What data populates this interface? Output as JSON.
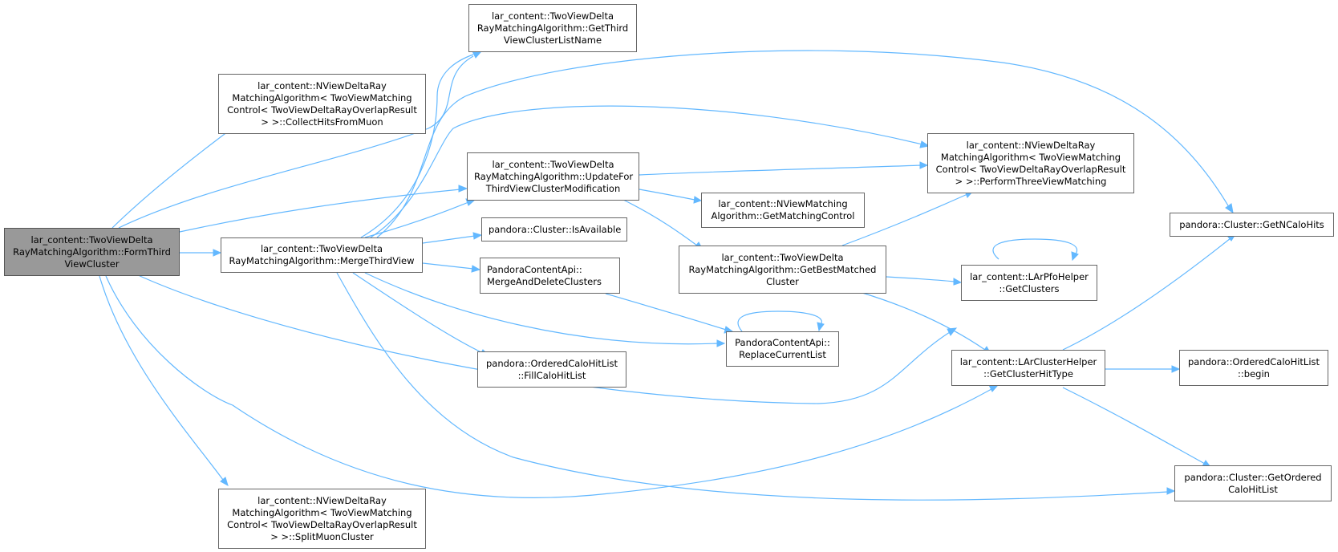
{
  "colors": {
    "edge": "#63b8ff",
    "node_border": "#666666",
    "root_fill": "#999999",
    "node_fill": "#ffffff"
  },
  "nodes": {
    "form_third": {
      "label": "lar_content::TwoViewDelta\nRayMatchingAlgorithm::FormThird\nViewCluster",
      "root": true
    },
    "collect_hits": {
      "label": "lar_content::NViewDeltaRay\nMatchingAlgorithm< TwoViewMatching\nControl< TwoViewDeltaRayOverlapResult\n> >::CollectHitsFromMuon"
    },
    "merge_third": {
      "label": "lar_content::TwoViewDelta\nRayMatchingAlgorithm::MergeThirdView"
    },
    "split_muon": {
      "label": "lar_content::NViewDeltaRay\nMatchingAlgorithm< TwoViewMatching\nControl< TwoViewDeltaRayOverlapResult\n> >::SplitMuonCluster"
    },
    "get_third_name": {
      "label": "lar_content::TwoViewDelta\nRayMatchingAlgorithm::GetThird\nViewClusterListName"
    },
    "update_for": {
      "label": "lar_content::TwoViewDelta\nRayMatchingAlgorithm::UpdateFor\nThirdViewClusterModification"
    },
    "is_available": {
      "label": "pandora::Cluster::IsAvailable"
    },
    "merge_delete": {
      "label": "PandoraContentApi::\nMergeAndDeleteClusters"
    },
    "fill_calo": {
      "label": "pandora::OrderedCaloHitList\n::FillCaloHitList"
    },
    "perform_three": {
      "label": "lar_content::NViewDeltaRay\nMatchingAlgorithm< TwoViewMatching\nControl< TwoViewDeltaRayOverlapResult\n> >::PerformThreeViewMatching"
    },
    "get_matching": {
      "label": "lar_content::NViewMatching\nAlgorithm::GetMatchingControl"
    },
    "get_best": {
      "label": "lar_content::TwoViewDelta\nRayMatchingAlgorithm::GetBestMatched\nCluster"
    },
    "replace_current": {
      "label": "PandoraContentApi::\nReplaceCurrentList"
    },
    "lar_pfo_get": {
      "label": "lar_content::LArPfoHelper\n::GetClusters"
    },
    "lar_cluster_hit": {
      "label": "lar_content::LArClusterHelper\n::GetClusterHitType"
    },
    "get_n_calo": {
      "label": "pandora::Cluster::GetNCaloHits"
    },
    "ordered_begin": {
      "label": "pandora::OrderedCaloHitList\n::begin"
    },
    "get_ordered": {
      "label": "pandora::Cluster::GetOrdered\nCaloHitList"
    }
  }
}
